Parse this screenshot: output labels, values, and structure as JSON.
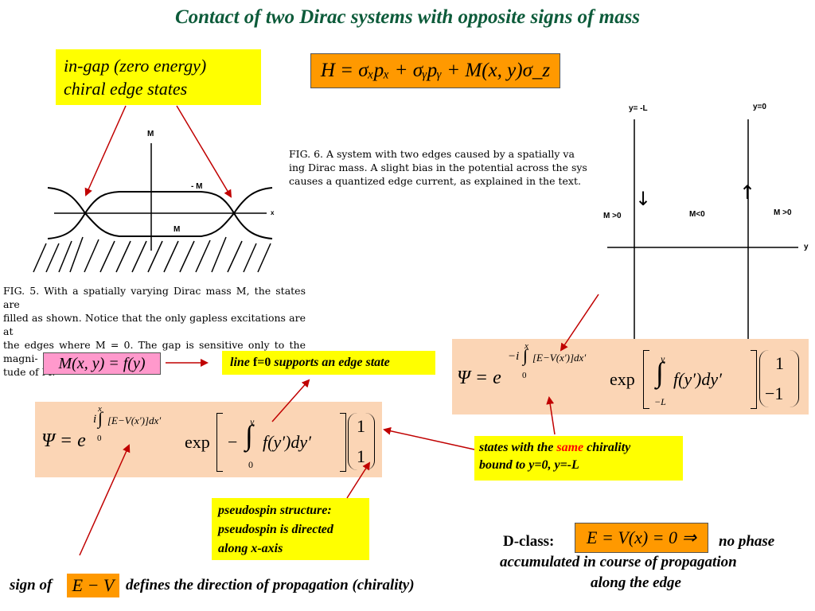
{
  "title": "Contact of two Dirac systems with opposite signs of mass",
  "ingap_label": {
    "line1": "in-gap  (zero energy)",
    "line2": "chiral edge states"
  },
  "hamiltonian": "H = σₓpₓ + σᵧpᵧ + M(x, y)σ_z",
  "fig5": {
    "labels": {
      "axis_m": "M",
      "neg_m": "- M",
      "pos_m": "M",
      "axis_x": "x"
    },
    "caption": {
      "l1": "FIG. 5.  With a spatially varying Dirac mass M, the states are",
      "l2": "filled as shown.  Notice that the only gapless excitations are at",
      "l3": "the edges where M = 0.  The gap is sensitive only to the magni-",
      "l4": "tude of M."
    }
  },
  "fig6": {
    "caption": {
      "l1": "FIG. 6.  A system with two edges caused by a spatially va",
      "l2": "ing Dirac mass.  A slight bias in the potential across the sys",
      "l3": "causes a quantized edge current, as explained in the text."
    },
    "labels": {
      "y_minus_l": "y= -L",
      "y_zero": "y=0",
      "m_pos_left": "M >0",
      "m_neg": "M<0",
      "m_pos_right": "M >0",
      "axis_y": "y",
      "arrow_down": "↓",
      "arrow_up": "↑"
    }
  },
  "mass_func": "M(x, y) = f(y)",
  "line_f0": {
    "pre": "line ",
    "bold": "f=0",
    "post": " supports an edge state"
  },
  "psi1": {
    "lhs": "Ψ = e",
    "exp_prefix": "i",
    "exp_integrand": "[E−V(x′)]dx′",
    "upper": "x",
    "lower": "0",
    "func": "exp",
    "integrand": "f(y′)dy′",
    "int_upper": "y",
    "int_lower": "0",
    "minus": "−",
    "spinor": [
      "1",
      "1"
    ]
  },
  "psi2": {
    "lhs": "Ψ = e",
    "exp_prefix": "−i",
    "exp_integrand": "[E−V(x′)]dx′",
    "upper": "x",
    "lower": "0",
    "func": "exp",
    "integrand": "f(y′)dy′",
    "int_upper": "y",
    "int_lower": "−L",
    "spinor": [
      "1",
      "−1"
    ]
  },
  "same_chirality": {
    "pre": "states with the ",
    "red": "same",
    "post": " chirality",
    "line2": "bound to  y=0, y=-L"
  },
  "pseudospin": {
    "l1": "pseudospin structure:",
    "l2": "pseudospin is directed",
    "l3": "along x-axis"
  },
  "sign_line": {
    "pre": "sign of",
    "box": "E − V",
    "post": "defines the direction of propagation  (chirality)"
  },
  "dclass": {
    "label": "D-class:",
    "box": "E = V(x) = 0 ⇒",
    "post": "no phase",
    "l2": "accumulated in course of  propagation",
    "l3": "along the edge"
  },
  "colors": {
    "title": "#0d5b3a",
    "yellow": "#ffff00",
    "orange": "#ff9900",
    "peach": "#fbd5b5",
    "pink": "#ff99cc",
    "arrow": "#c00000"
  }
}
